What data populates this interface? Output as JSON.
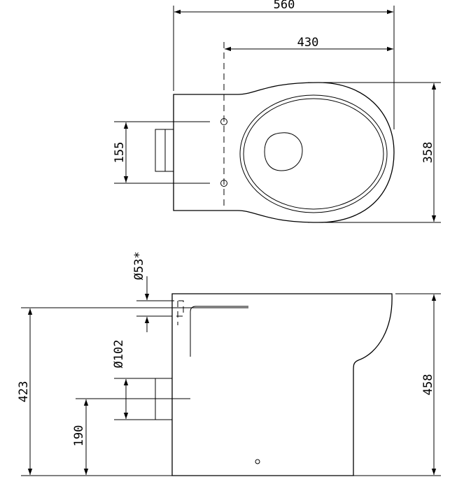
{
  "dimensions": {
    "overall_length": "560",
    "fixing_to_front": "430",
    "width": "358",
    "fixing_spacing": "155",
    "inlet_diameter": "Ø53*",
    "outlet_diameter": "Ø102",
    "overall_height": "458",
    "inlet_height": "423",
    "outlet_height": "190"
  }
}
